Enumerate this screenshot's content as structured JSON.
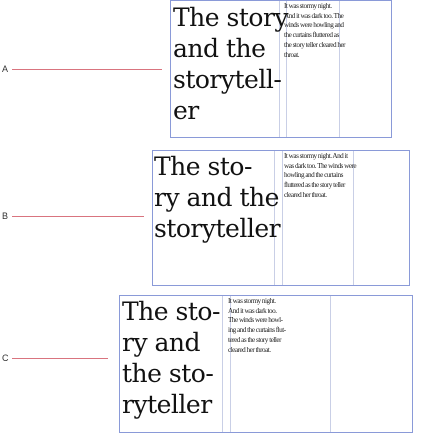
{
  "examples": [
    {
      "label": "A",
      "heading_lines": [
        "The story",
        "and the",
        "storytell-",
        "er"
      ],
      "body_lines": [
        "It was stormy night.",
        "And it was dark too. The",
        "winds were howling and",
        "the curtains fluttered as",
        "the story teller cleared her",
        "throat."
      ]
    },
    {
      "label": "B",
      "heading_lines": [
        "The sto-",
        "ry and the",
        "storyteller"
      ],
      "body_lines": [
        "It was stormy night. And it",
        "was dark too. The winds were",
        "howling and the curtains",
        "fluttered as the story teller",
        "cleared her throat."
      ]
    },
    {
      "label": "C",
      "heading_lines": [
        "The sto-",
        "ry and",
        "the sto-",
        "ryteller"
      ],
      "body_lines": [
        "It was stormy night.",
        "And it was dark too.",
        "The winds were howl-",
        "ing and the curtains flut-",
        "tered as the story teller",
        "cleared her throat."
      ]
    }
  ],
  "colors": {
    "frame_border": "#8a9ad8",
    "column_guide": "#c9cfe6",
    "leader_line": "#d9747f"
  }
}
